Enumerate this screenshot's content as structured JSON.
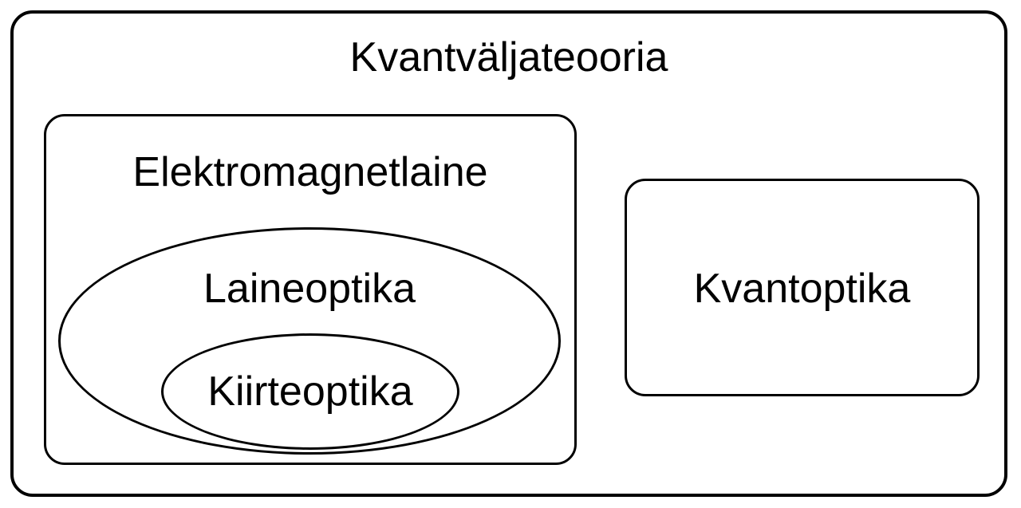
{
  "diagram": {
    "title": "Kvantväljateooria",
    "nodes": [
      {
        "id": "elektromagnetlaine",
        "label": "Elektromagnetlaine",
        "shape": "rounded-rect",
        "contains": [
          "laineoptika"
        ]
      },
      {
        "id": "laineoptika",
        "label": "Laineoptika",
        "shape": "ellipse",
        "contains": [
          "kiirteoptika"
        ]
      },
      {
        "id": "kiirteoptika",
        "label": "Kiirteoptika",
        "shape": "ellipse",
        "contains": []
      },
      {
        "id": "kvantoptika",
        "label": "Kvantoptika",
        "shape": "rounded-rect",
        "contains": []
      }
    ],
    "colors": {
      "stroke": "#000000",
      "background": "#ffffff",
      "text": "#000000"
    }
  }
}
